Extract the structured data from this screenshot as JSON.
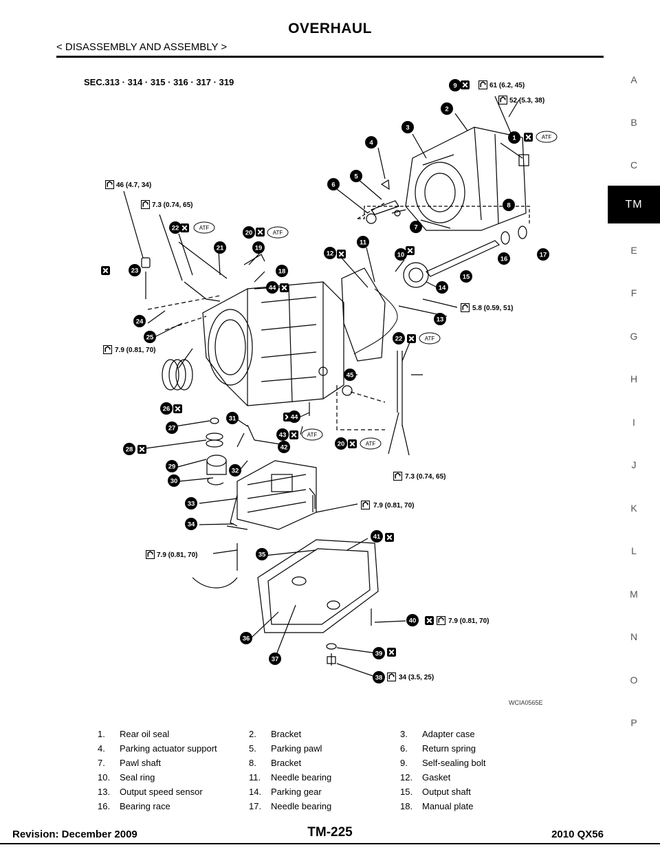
{
  "header": {
    "title": "OVERHAUL",
    "subtitle": "< DISASSEMBLY AND ASSEMBLY >"
  },
  "side_index": {
    "letters": [
      "A",
      "B",
      "C",
      "E",
      "F",
      "G",
      "H",
      "I",
      "J",
      "K",
      "L",
      "M",
      "N",
      "O",
      "P"
    ],
    "active_tab": "TM"
  },
  "diagram": {
    "section_label": "SEC.313 · 314 · 315 · 316 · 317 · 319",
    "figure_code": "WCIA0565E",
    "torque_labels": [
      "61  (6.2,  45)",
      "52  (5.3,  38)",
      "46  (4.7,  34)",
      "7.3  (0.74,  65)",
      "5.8  (0.59,  51)",
      "7.9  (0.81,  70)",
      "7.3  (0.74,  65)",
      "7.9  (0.81,  70)",
      "7.9  (0.81,  70)",
      "7.9  (0.81,  70)",
      "34  (3.5,  25)"
    ],
    "atf_label": "ATF",
    "callouts": [
      "1",
      "2",
      "3",
      "4",
      "5",
      "6",
      "7",
      "8",
      "9",
      "10",
      "11",
      "12",
      "13",
      "14",
      "15",
      "16",
      "17",
      "18",
      "19",
      "20",
      "21",
      "22",
      "23",
      "24",
      "25",
      "26",
      "27",
      "28",
      "29",
      "30",
      "31",
      "32",
      "33",
      "34",
      "35",
      "36",
      "37",
      "38",
      "39",
      "40",
      "41",
      "42",
      "43",
      "44",
      "45"
    ]
  },
  "legend": [
    [
      {
        "num": "1.",
        "name": "Rear oil seal"
      },
      {
        "num": "2.",
        "name": "Bracket"
      },
      {
        "num": "3.",
        "name": "Adapter case"
      }
    ],
    [
      {
        "num": "4.",
        "name": "Parking actuator support"
      },
      {
        "num": "5.",
        "name": "Parking pawl"
      },
      {
        "num": "6.",
        "name": "Return spring"
      }
    ],
    [
      {
        "num": "7.",
        "name": "Pawl shaft"
      },
      {
        "num": "8.",
        "name": "Bracket"
      },
      {
        "num": "9.",
        "name": "Self-sealing bolt"
      }
    ],
    [
      {
        "num": "10.",
        "name": "Seal ring"
      },
      {
        "num": "11.",
        "name": "Needle bearing"
      },
      {
        "num": "12.",
        "name": "Gasket"
      }
    ],
    [
      {
        "num": "13.",
        "name": "Output speed sensor"
      },
      {
        "num": "14.",
        "name": "Parking gear"
      },
      {
        "num": "15.",
        "name": "Output shaft"
      }
    ],
    [
      {
        "num": "16.",
        "name": "Bearing race"
      },
      {
        "num": "17.",
        "name": "Needle bearing"
      },
      {
        "num": "18.",
        "name": "Manual plate"
      }
    ]
  ],
  "footer": {
    "revision": "Revision: December 2009",
    "page": "TM-225",
    "model": "2010 QX56"
  }
}
